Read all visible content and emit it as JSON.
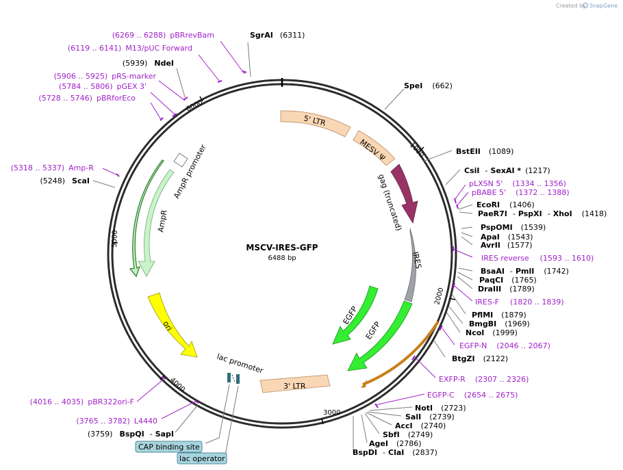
{
  "credit": {
    "text": "Created by",
    "brand": "SnapGene"
  },
  "plasmid": {
    "name": "MSCV-IRES-GFP",
    "size": "6488 bp"
  },
  "ticks": [
    "1000",
    "2000",
    "3000",
    "4000",
    "5000",
    "6000"
  ],
  "features": {
    "ltr5": "5' LTR",
    "mesv": "MESV Ψ",
    "gag": "gag (truncated)",
    "ires": "IRES",
    "egfp1": "EGFP",
    "egfp2": "EGFP",
    "ltr3": "3' LTR",
    "ampr": "AmpR",
    "ampr_promoter": "AmpR promoter",
    "ori": "ori",
    "lac_promoter": "lac promoter",
    "cap": "CAP binding site",
    "lac_operator": "lac operator"
  },
  "sites": {
    "sgrai": {
      "name": "SgrAI",
      "pos": "(6311)"
    },
    "spei": {
      "name": "SpeI",
      "pos": "(662)"
    },
    "bsteii": {
      "name": "BstEII",
      "pos": "(1089)"
    },
    "csii": {
      "name": "CsiI",
      "sep": "-",
      "name2": "SexAI *",
      "pos": "(1217)"
    },
    "ecori": {
      "name": "EcoRI",
      "pos": "(1406)"
    },
    "paer7i": {
      "name": "PaeR7I",
      "sep": "-",
      "name2": "PspXI",
      "sep2": "-",
      "name3": "XhoI",
      "pos": "(1418)"
    },
    "pspomi": {
      "name": "PspOMI",
      "pos": "(1539)"
    },
    "apai": {
      "name": "ApaI",
      "pos": "(1543)"
    },
    "avrii": {
      "name": "AvrII",
      "pos": "(1577)"
    },
    "bsaai": {
      "name": "BsaAI",
      "sep": "-",
      "name2": "PmlI",
      "pos": "(1742)"
    },
    "paqci": {
      "name": "PaqCI",
      "pos": "(1765)"
    },
    "draiii": {
      "name": "DraIII",
      "pos": "(1789)"
    },
    "pflmi": {
      "name": "PflMI",
      "pos": "(1879)"
    },
    "bmgbi": {
      "name": "BmgBI",
      "pos": "(1969)"
    },
    "ncoi": {
      "name": "NcoI",
      "pos": "(1999)"
    },
    "btgzi": {
      "name": "BtgZI",
      "pos": "(2122)"
    },
    "noti": {
      "name": "NotI",
      "pos": "(2723)"
    },
    "sali": {
      "name": "SalI",
      "pos": "(2739)"
    },
    "acci": {
      "name": "AccI",
      "pos": "(2740)"
    },
    "sbfi": {
      "name": "SbfI",
      "pos": "(2749)"
    },
    "agei": {
      "name": "AgeI",
      "pos": "(2786)"
    },
    "bspdi": {
      "name": "BspDI",
      "sep": "-",
      "name2": "ClaI",
      "pos": "(2837)"
    },
    "bspqi": {
      "pos": "(3759)",
      "name": "BspQI",
      "sep": "-",
      "name2": "SapI"
    },
    "scai": {
      "pos": "(5248)",
      "name": "ScaI"
    },
    "ndei": {
      "pos": "(5939)",
      "name": "NdeI"
    }
  },
  "primers": {
    "pbrrevbam": {
      "range": "(6269 .. 6288)",
      "name": "pBRrevBam"
    },
    "m13": {
      "range": "(6119 .. 6141)",
      "name": "M13/pUC Forward"
    },
    "prs": {
      "range": "(5906 .. 5925)",
      "name": "pRS-marker"
    },
    "pgex": {
      "range": "(5784 .. 5806)",
      "name": "pGEX 3'"
    },
    "pbrforeco": {
      "range": "(5728 .. 5746)",
      "name": "pBRforEco"
    },
    "ampr_primer": {
      "range": "(5318 .. 5337)",
      "name": "Amp-R"
    },
    "plxsn": {
      "name": "pLXSN 5'",
      "range": "(1334 .. 1356)"
    },
    "pbabe": {
      "name": "pBABE 5'",
      "range": "(1372 .. 1388)"
    },
    "ires_rev": {
      "name": "IRES reverse",
      "range": "(1593 .. 1610)"
    },
    "ires_f": {
      "name": "IRES-F",
      "range": "(1820 .. 1839)"
    },
    "egfp_n": {
      "name": "EGFP-N",
      "range": "(2046 .. 2067)"
    },
    "exfp_r": {
      "name": "EXFP-R",
      "range": "(2307 .. 2326)"
    },
    "egfp_c": {
      "name": "EGFP-C",
      "range": "(2654 .. 2675)"
    },
    "pbr322": {
      "range": "(4016 .. 4035)",
      "name": "pBR322ori-F"
    },
    "l4440": {
      "range": "(3765 .. 3782)",
      "name": "L4440"
    }
  }
}
